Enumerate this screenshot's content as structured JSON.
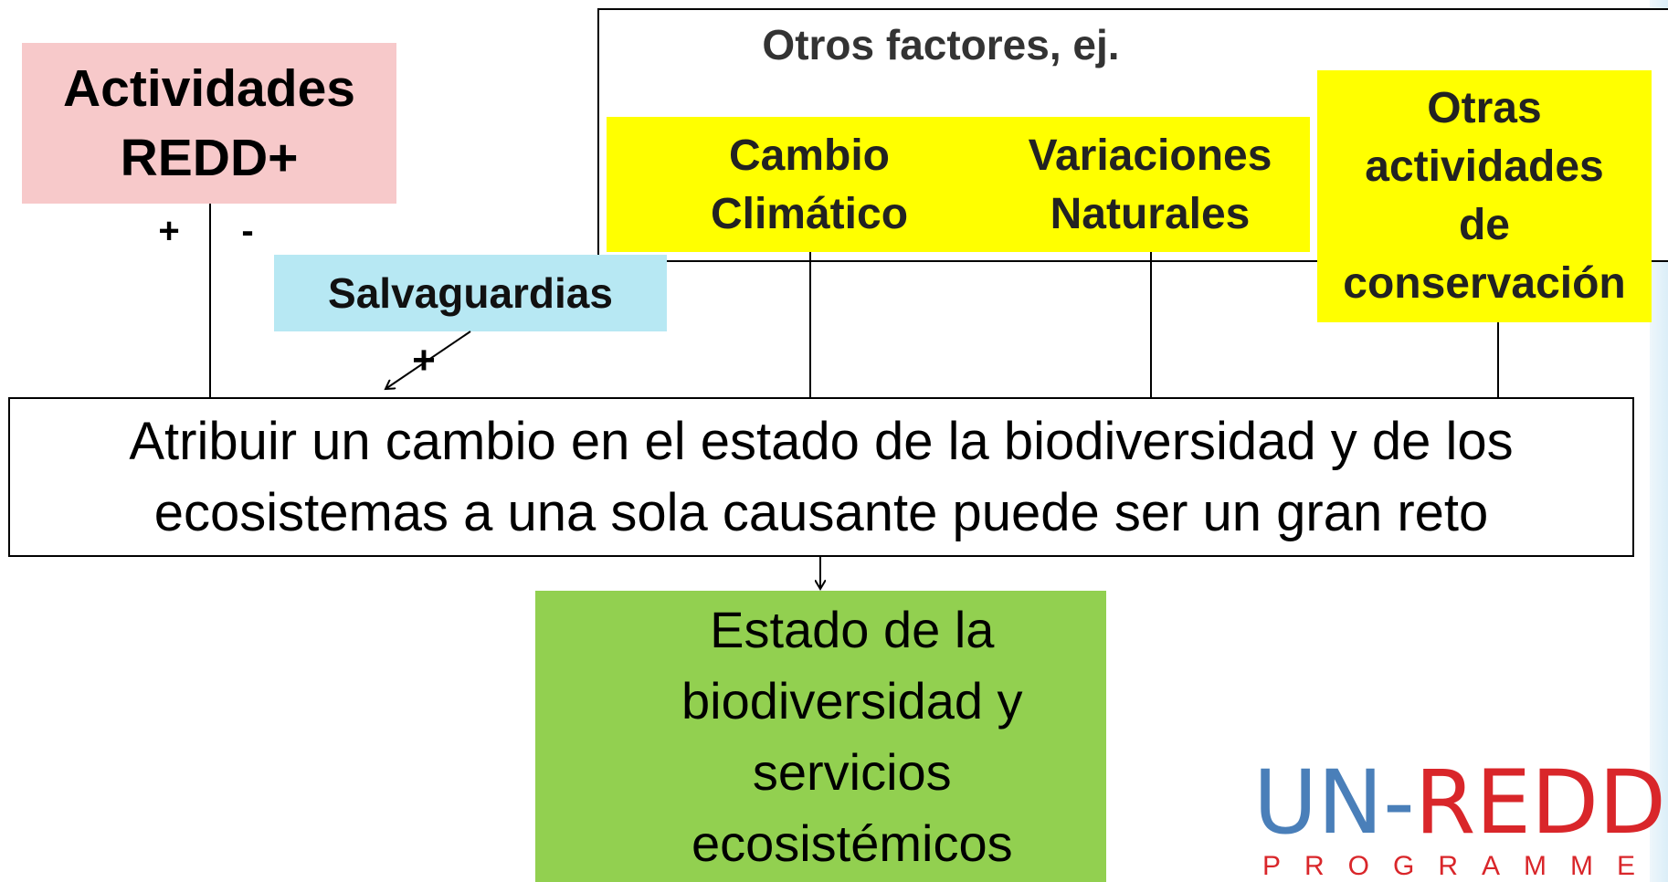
{
  "redd": {
    "label": "Actividades\nREDD+"
  },
  "signs": {
    "plus": "+",
    "minus": "-",
    "safeguard_plus": "+"
  },
  "safeguards": {
    "label": "Salvaguardias"
  },
  "other_factors": {
    "title": "Otros factores, ej.",
    "climate": "Cambio\nClimático",
    "natural": "Variaciones\nNaturales",
    "conservation": "Otras\nactividades\nde\nconservación"
  },
  "attribution": {
    "text": "Atribuir un cambio en el estado de la biodiversidad y de los\necosistemas a una sola causante puede ser un gran reto"
  },
  "state": {
    "text": "Estado de la\nbiodiversidad y\nservicios\necosistémicos"
  },
  "logo": {
    "un": "UN-",
    "redd": "REDD",
    "programme": "PROGRAMME"
  },
  "colors": {
    "redd_box": "#f7c9ca",
    "yellow": "#ffff00",
    "safeguards_box": "#b7e8f3",
    "state_box": "#92d050",
    "logo_blue": "#4a7fb9",
    "logo_red": "#d9262a"
  }
}
